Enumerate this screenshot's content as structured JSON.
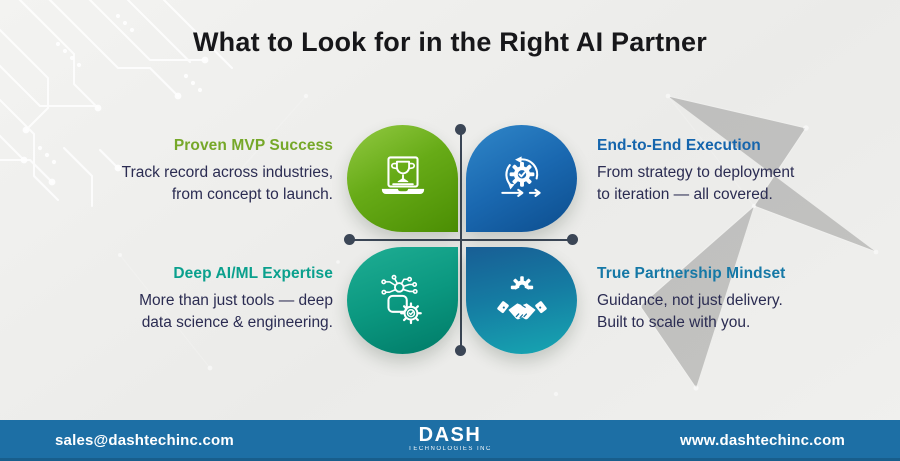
{
  "title": "What to Look for in the Right AI Partner",
  "quadrants": {
    "top_left": {
      "heading": "Proven MVP Success",
      "line1": "Track record across industries,",
      "line2": "from concept to launch.",
      "icon": "laptop-trophy-icon",
      "accent_color": "#76a829"
    },
    "top_right": {
      "heading": "End-to-End Execution",
      "line1": "From strategy to deployment",
      "line2": "to iteration — all covered.",
      "icon": "agile-iteration-gear-icon",
      "accent_color": "#1565ad"
    },
    "bottom_left": {
      "heading": "Deep AI/ML Expertise",
      "line1": "More than just tools — deep",
      "line2": "data science & engineering.",
      "icon": "ai-network-gear-icon",
      "accent_color": "#0aa08d"
    },
    "bottom_right": {
      "heading": "True Partnership Mindset",
      "line1": "Guidance, not just delivery.",
      "line2": "Built to scale with you.",
      "icon": "handshake-gear-icon",
      "accent_color": "#1578a6"
    }
  },
  "footer": {
    "email": "sales@dashtechinc.com",
    "website": "www.dashtechinc.com",
    "logo_title": "DASH",
    "logo_subtitle": "TECHNOLOGIES INC",
    "bar_color": "#1d6fa5"
  },
  "colors": {
    "background": "#efefed",
    "body_text": "#2b2c52",
    "title_text": "#17171a",
    "cross_lines": "#3b4656",
    "tile_green": "#67ab17",
    "tile_blue": "#1a68b0",
    "tile_teal": "#0b9880",
    "tile_steel_teal": "#157ba2"
  }
}
